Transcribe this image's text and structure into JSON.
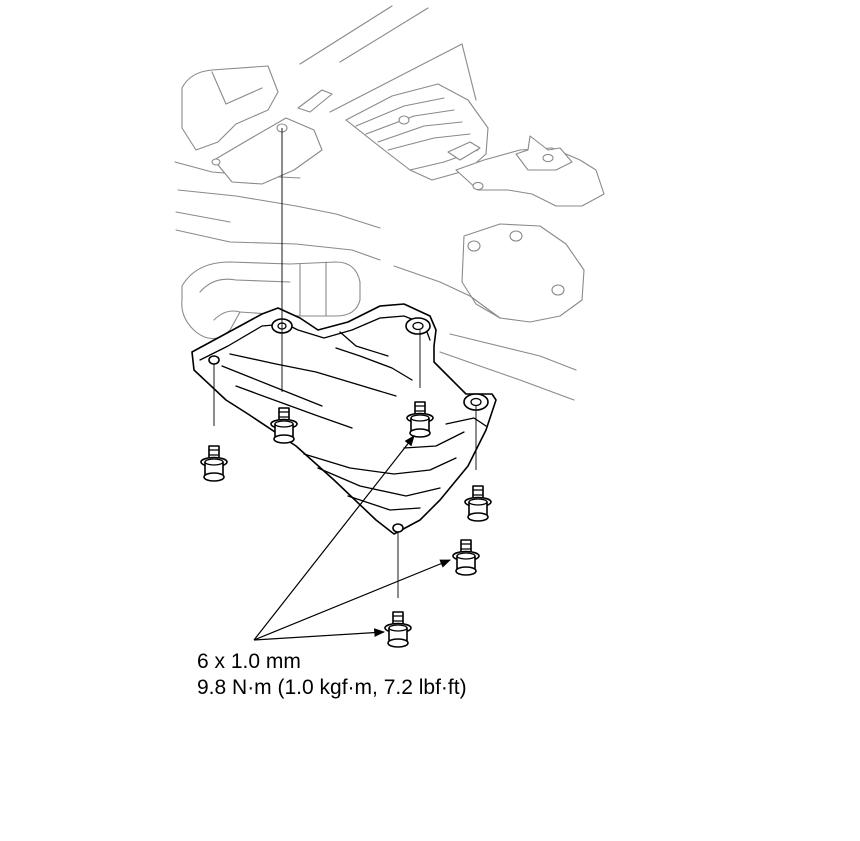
{
  "callout": {
    "bolt_size": "6 x 1.0 mm",
    "torque": "9.8 N·m (1.0 kgf·m, 7.2 lbf·ft)"
  },
  "colors": {
    "line": "#000000",
    "background_line": "#8a8a8a",
    "background": "#ffffff"
  },
  "bolt_count": 6
}
